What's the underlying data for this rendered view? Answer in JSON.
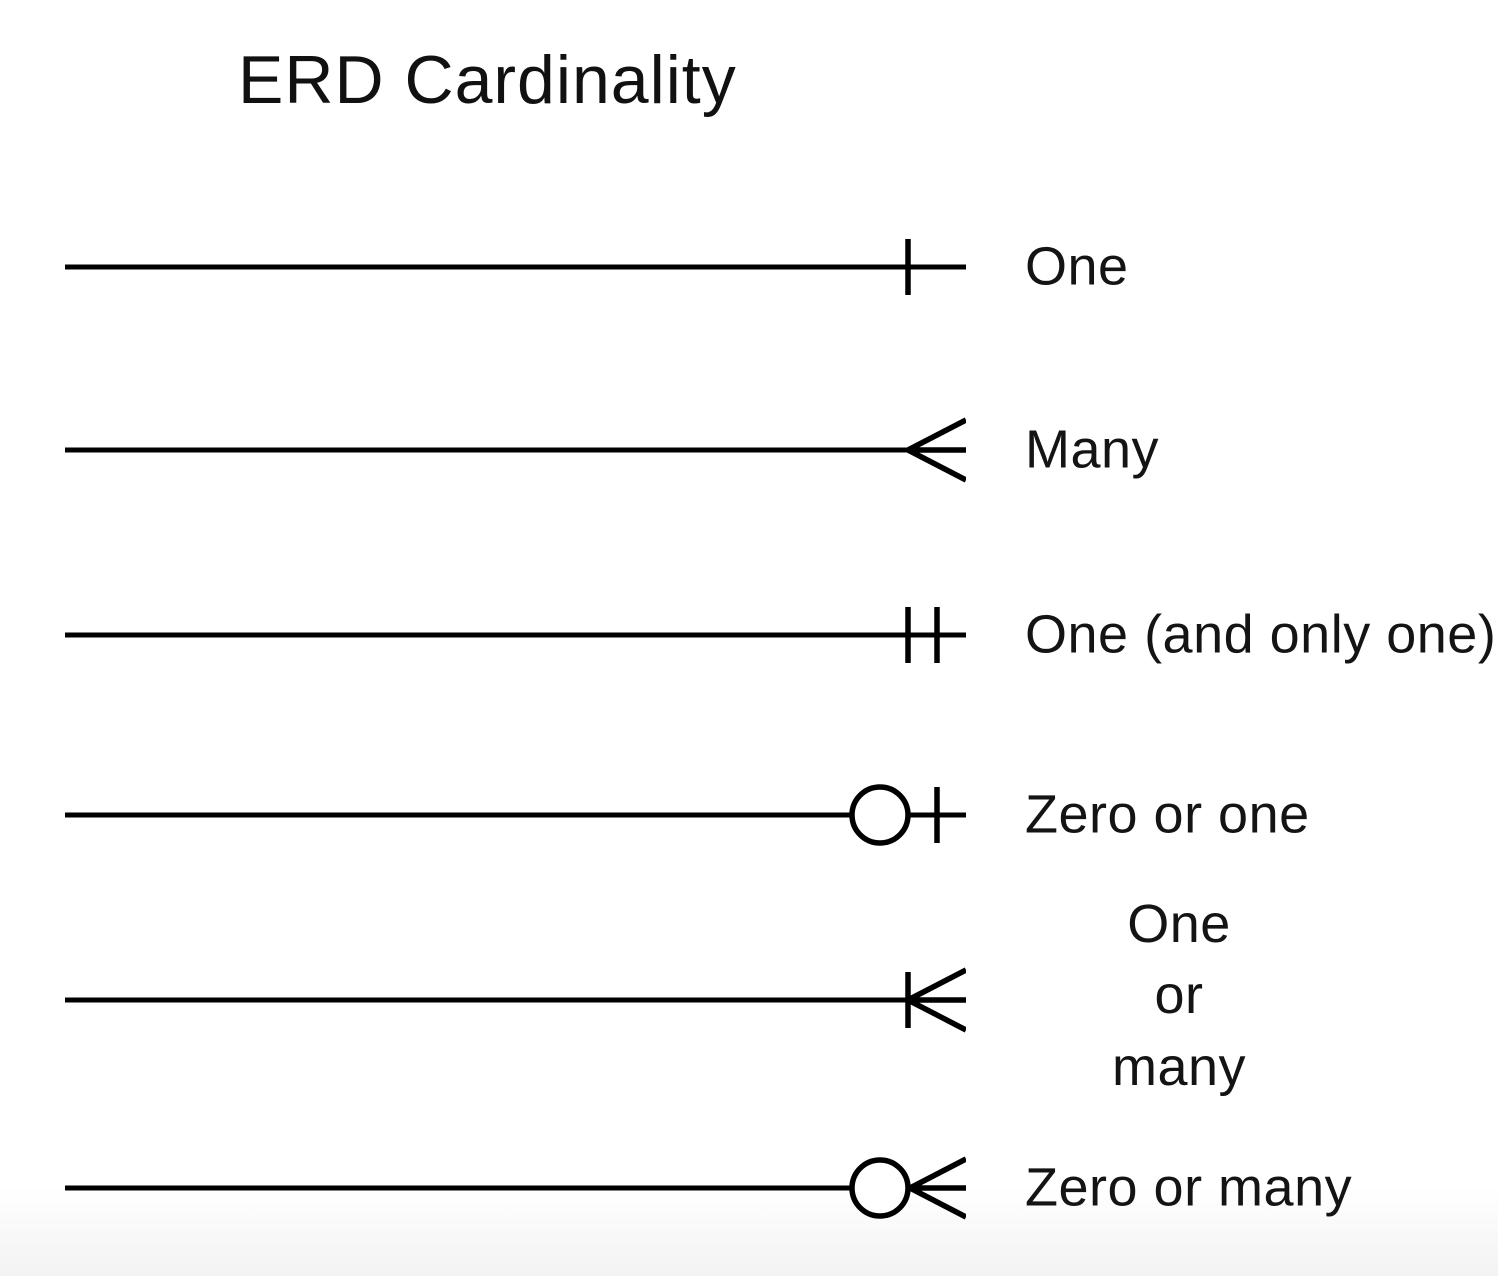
{
  "title": "ERD Cardinality",
  "colors": {
    "notation": "#000000",
    "text": "#141414",
    "background_top": "#ffffff",
    "background_bottom": "#f3f3f4"
  },
  "rows": [
    {
      "symbol": "one-tick-icon",
      "label": "One"
    },
    {
      "symbol": "many-crow-foot-icon",
      "label": "Many"
    },
    {
      "symbol": "double-tick-icon",
      "label": "One (and only one)"
    },
    {
      "symbol": "circle-tick-icon",
      "label": "Zero or one"
    },
    {
      "symbol": "tick-crow-foot-icon",
      "label": "One or\nmany"
    },
    {
      "symbol": "circle-crow-foot-icon",
      "label": "Zero or many"
    }
  ]
}
